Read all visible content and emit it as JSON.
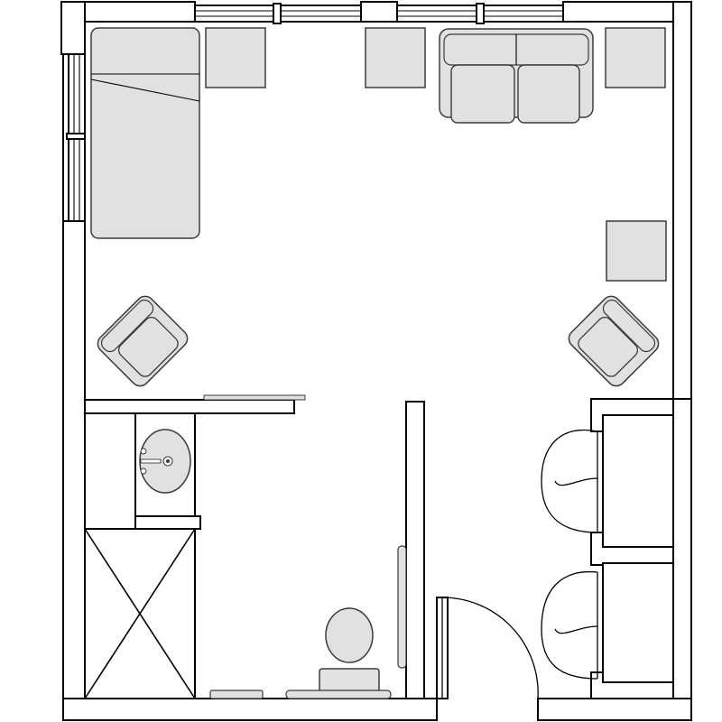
{
  "diagram": {
    "type": "architectural-floor-plan",
    "colors": {
      "wall_stroke": "#000000",
      "background": "#ffffff",
      "furniture_fill": "#e1e1e1",
      "furniture_stroke": "#3a3a3a"
    },
    "rooms": [
      "living-bedroom",
      "bathroom",
      "closets",
      "entry"
    ],
    "furniture": [
      "bed",
      "side-table",
      "sofa",
      "armchair",
      "armchair",
      "sink",
      "shower",
      "toilet",
      "closet-doors",
      "entry-door"
    ]
  }
}
